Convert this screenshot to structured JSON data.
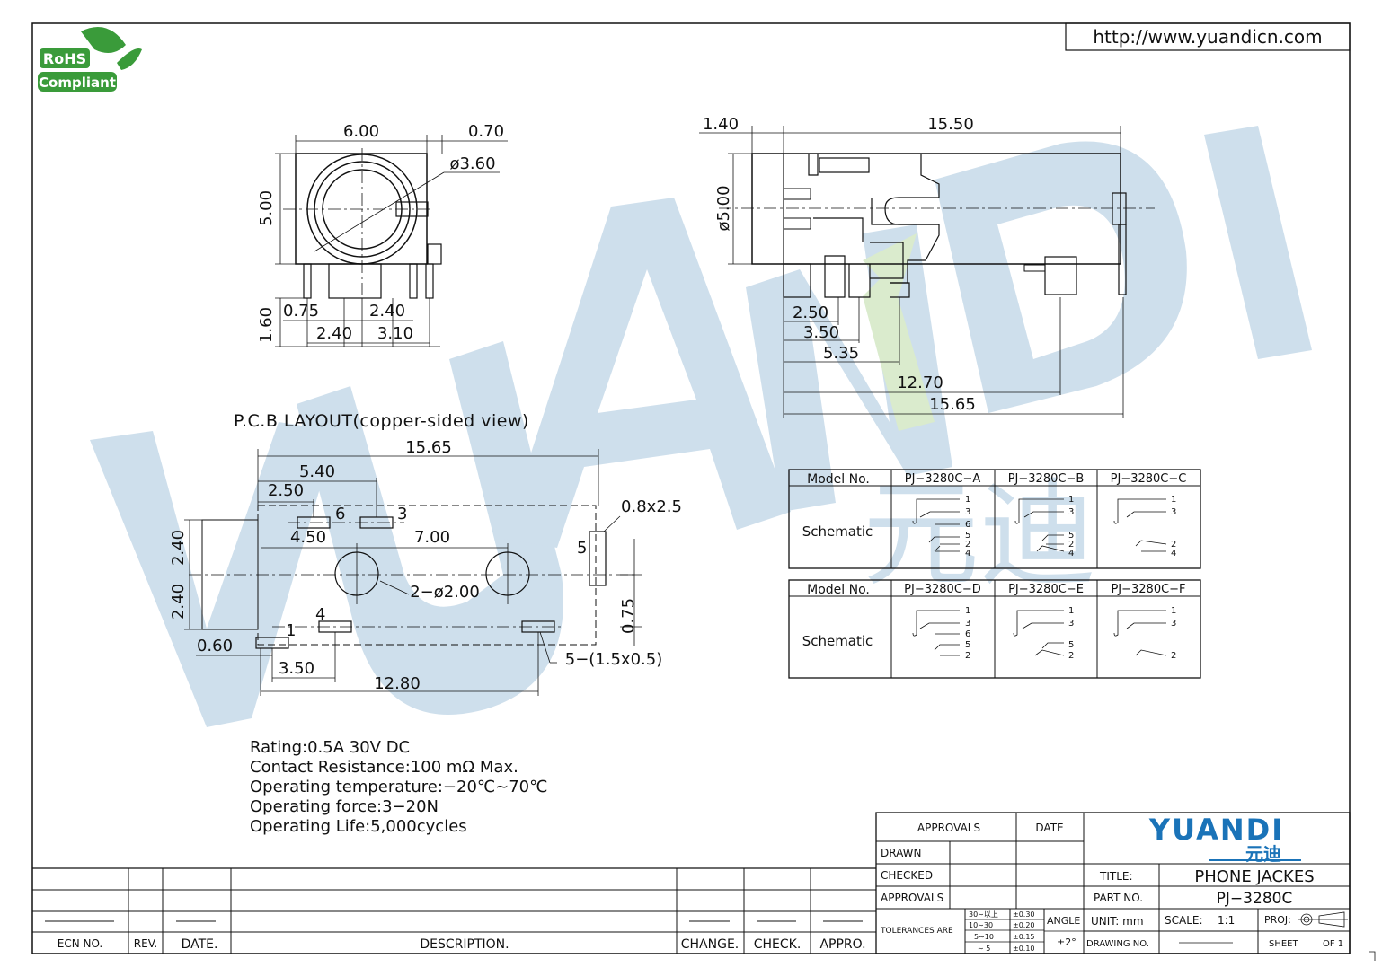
{
  "header": {
    "url": "http://www.yuandicn.com"
  },
  "rohs": {
    "line1": "RoHS",
    "line2": "Compliant"
  },
  "watermark": {
    "text": "YUANDI",
    "chinese": "元迪"
  },
  "front_view": {
    "w": "6.00",
    "offset": "0.70",
    "dia": "ø3.60",
    "h": "5.00",
    "pin_h": "1.60",
    "a": "0.75",
    "b": "2.40",
    "c": "2.40",
    "d": "3.10"
  },
  "side_view": {
    "front": "1.40",
    "length": "15.50",
    "dia": "ø5.00",
    "p1": "2.50",
    "p2": "3.50",
    "p3": "5.35",
    "p4": "12.70",
    "p5": "15.65"
  },
  "pcb": {
    "title": "P.C.B LAYOUT(copper-sided view)",
    "total": "15.65",
    "d540": "5.40",
    "d250": "2.50",
    "d450": "4.50",
    "d700": "7.00",
    "slot": "0.8x2.5",
    "h1": "2.40",
    "h2": "2.40",
    "d075": "0.75",
    "d060": "0.60",
    "d350": "3.50",
    "d1280": "12.80",
    "holes": "2−ø2.00",
    "pads": "5−(1.5x0.5)",
    "pin1": "1",
    "pin2": "4",
    "pin3": "6",
    "pin4": "3",
    "pin5": "5"
  },
  "specs": [
    "Rating:0.5A  30V  DC",
    "Contact  Resistance:100  mΩ  Max.",
    "Operating  temperature:−20℃~70℃",
    "Operating  force:3−20N",
    "Operating  Life:5,000cycles"
  ],
  "schematic_table": {
    "model_label": "Model  No.",
    "schematic_label": "Schematic",
    "table1": {
      "models": [
        "PJ−3280C−A",
        "PJ−3280C−B",
        "PJ−3280C−C"
      ],
      "pins": [
        [
          "1",
          "3",
          "6",
          "5",
          "2",
          "4"
        ],
        [
          "1",
          "3",
          "5",
          "2",
          "4"
        ],
        [
          "1",
          "3",
          "2",
          "4"
        ]
      ]
    },
    "table2": {
      "models": [
        "PJ−3280C−D",
        "PJ−3280C−E",
        "PJ−3280C−F"
      ],
      "pins": [
        [
          "1",
          "3",
          "6",
          "5",
          "2"
        ],
        [
          "1",
          "3",
          "5",
          "2"
        ],
        [
          "1",
          "3",
          "2"
        ]
      ]
    }
  },
  "revision_block": {
    "ecn": "ECN  NO.",
    "rev": "REV.",
    "date": "DATE.",
    "description": "DESCRIPTION.",
    "change": "CHANGE.",
    "check": "CHECK.",
    "appro": "APPRO."
  },
  "title_block": {
    "approvals_header": "APPROVALS",
    "date_header": "DATE",
    "drawn": "DRAWN",
    "checked": "CHECKED",
    "approvals": "APPROVALS",
    "tolerances": "TOLERANCES  ARE",
    "tol_ranges": [
      "30∼以上",
      "10∼30",
      "5∼10",
      "∼ 5"
    ],
    "tol_values": [
      "±0.30",
      "±0.20",
      "±0.15",
      "±0.10"
    ],
    "angle": "ANGLE",
    "angle_value": "±2°",
    "logo": "YUANDI",
    "logo_cn": "元迪",
    "title_label": "TITLE:",
    "title_value": "PHONE  JACKES",
    "part_label": "PART  NO.",
    "part_value": "PJ−3280C",
    "unit": "UNIT:  mm",
    "scale_label": "SCALE:",
    "scale_value": "1:1",
    "proj": "PROJ:",
    "drawing_no": "DRAWING  NO.",
    "sheet": "SHEET",
    "of": "OF  1"
  },
  "colors": {
    "logo_blue": "#1a73b8",
    "watermark_blue": "#c9dcea",
    "watermark_green": "#d6e9c8",
    "rohs_green": "#3a9b3a"
  }
}
